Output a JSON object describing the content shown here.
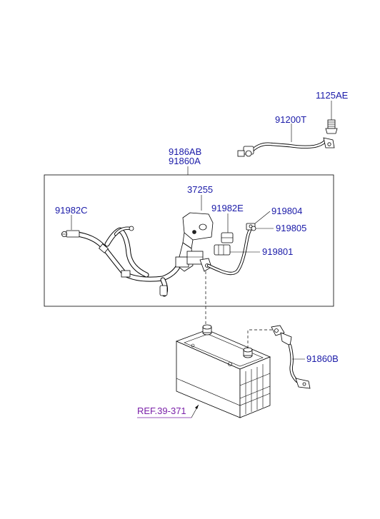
{
  "labels": {
    "bolt": "1125AE",
    "ground_cable": "91200T",
    "assy_a": "9186AB",
    "assy_b": "91860A",
    "cover": "37255",
    "clip_c": "91982C",
    "clip_e": "91982E",
    "terminal_04": "919804",
    "terminal_05": "919805",
    "terminal_01": "919801",
    "negative_cable": "91860B",
    "battery_ref": "REF.39-371"
  },
  "colors": {
    "label": "#1a1aa8",
    "reference_link": "#7a1fa8",
    "line": "#000000"
  }
}
